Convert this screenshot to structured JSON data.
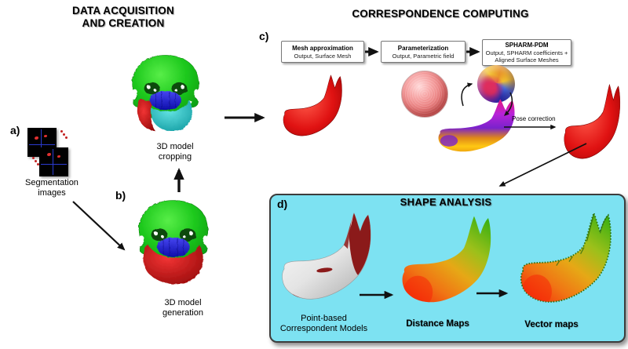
{
  "titles": {
    "data_acquisition_line1": "DATA ACQUISITION",
    "data_acquisition_line2": "AND CREATION",
    "correspondence": "CORRESPONDENCE COMPUTING"
  },
  "step_labels": {
    "a": "a)",
    "b": "b)",
    "c": "c)",
    "d": "d)"
  },
  "acquisition": {
    "segmentation_caption_line1": "Segmentation",
    "segmentation_caption_line2": "images",
    "cropping_caption_line1": "3D model",
    "cropping_caption_line2": "cropping",
    "generation_caption_line1": "3D model",
    "generation_caption_line2": "generation"
  },
  "pipeline": {
    "boxes": [
      {
        "title": "Mesh approximation",
        "subtitle": "Output, Surface Mesh"
      },
      {
        "title": "Parameterization",
        "subtitle": "Output, Parametric field"
      },
      {
        "title": "SPHARM-PDM",
        "subtitle": "Output, SPHARM coefficients + Aligned Surface Meshes"
      }
    ],
    "pose_correction_label": "Pose correction"
  },
  "shape_analysis": {
    "title": "SHAPE ANALYSIS",
    "caption_point_based_line1": "Point-based",
    "caption_point_based_line2": "Correspondent Models",
    "caption_distance": "Distance Maps",
    "caption_vector": "Vector maps"
  },
  "icons": {
    "flow_arrow": "→",
    "up_arrow": "↑",
    "rotation_arrow": "⟳"
  },
  "colors": {
    "shape_analysis_bg": "#7de2f2",
    "skull_green": "#1cc81c",
    "maxilla_blue": "#1a1ad0",
    "mandible_red": "#d81414",
    "cropped_cyan": "#2fc9c9",
    "param_magenta": "#e0218a",
    "param_purple": "#8a20d8",
    "distance_green": "#3db012",
    "distance_orange": "#e6a816",
    "distance_red": "#f23c0c",
    "model_white": "#f0f0f0",
    "model_maroon": "#8b1a1a"
  }
}
